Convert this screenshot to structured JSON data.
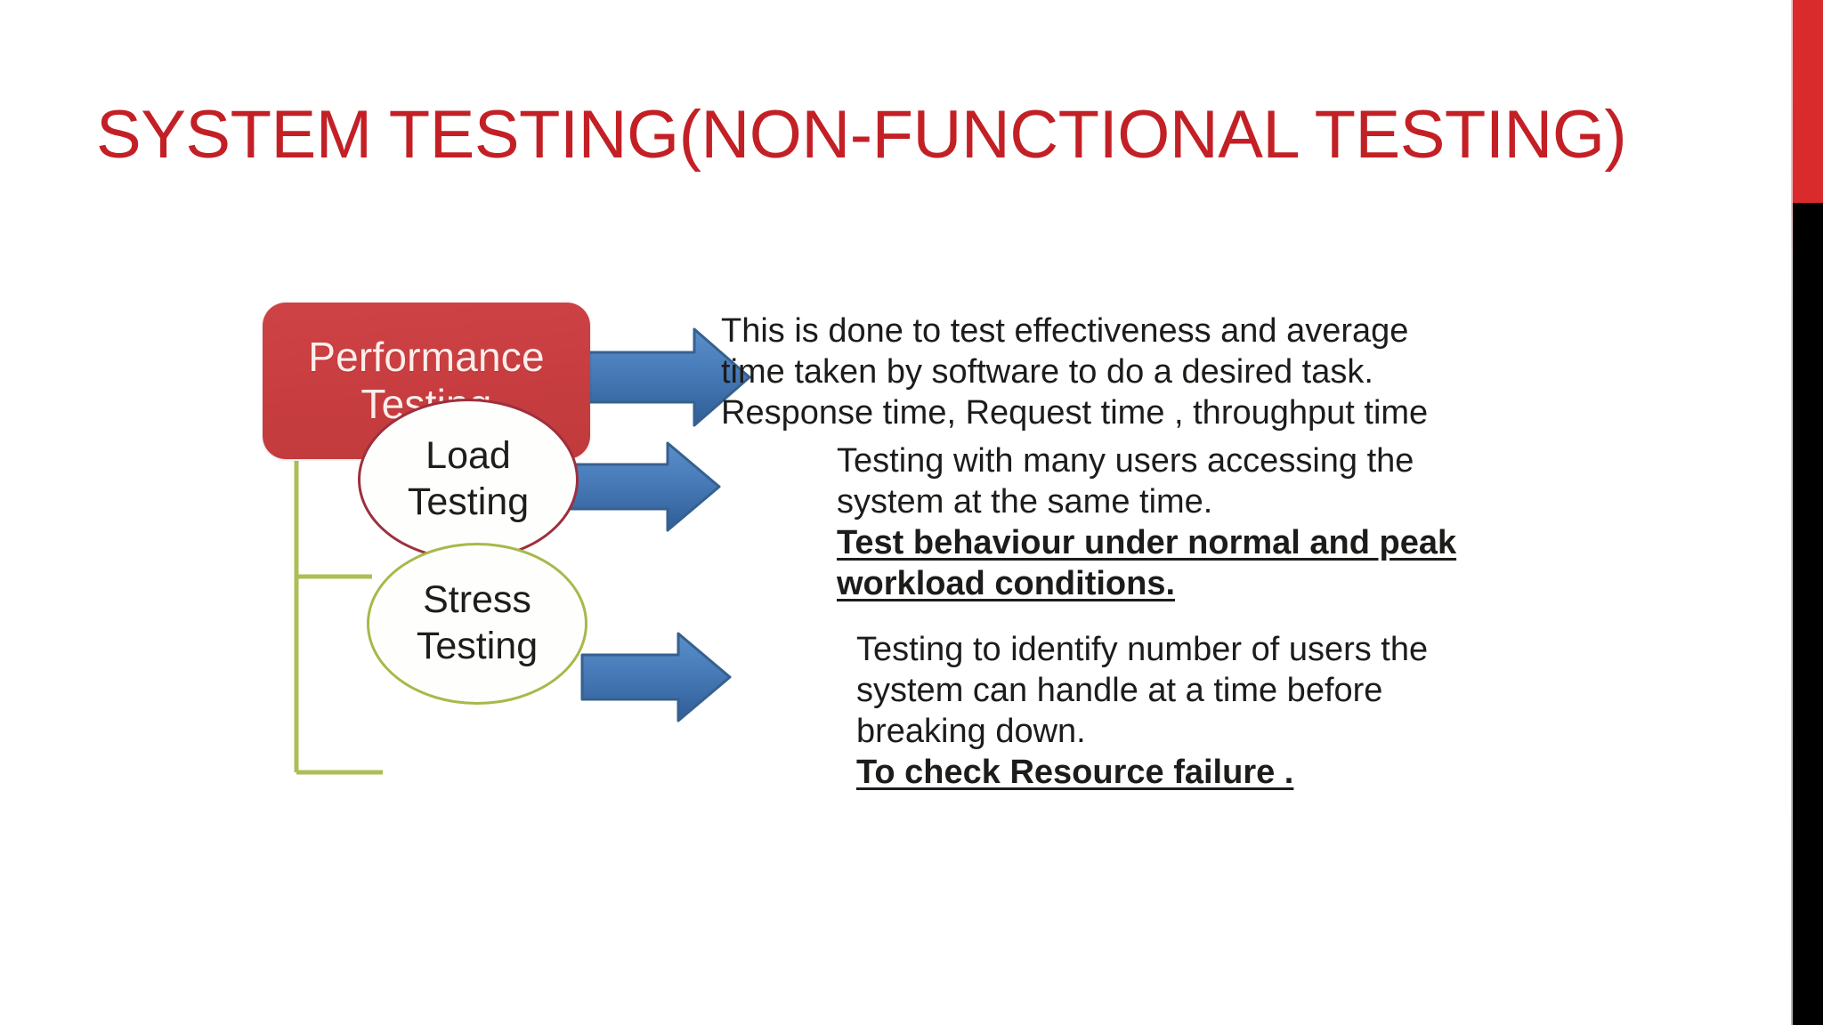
{
  "slide": {
    "title": "SYSTEM TESTING(NON-FUNCTIONAL TESTING)",
    "title_color": "#C32026",
    "background_color": "#FFFFFF"
  },
  "accent_bars": {
    "top_bar_color": "#D92B2B",
    "bottom_bar_color": "#000000"
  },
  "diagram": {
    "root": {
      "label_line1": "Performance",
      "label_line2": "Testing",
      "shape": "rounded-rectangle",
      "fill_color": "#C93E40",
      "text_color": "#FCEDEA"
    },
    "branches": [
      {
        "id": "load-testing",
        "label_line1": "Load",
        "label_line2": "Testing",
        "shape": "ellipse",
        "border_color": "#9E2F3E",
        "text_color": "#1D1D1B"
      },
      {
        "id": "stress-testing",
        "label_line1": "Stress",
        "label_line2": "Testing",
        "shape": "ellipse",
        "border_color": "#A8B84A",
        "text_color": "#1D1D1B"
      }
    ],
    "connector_color": "#AEBE55",
    "arrow_color": "#4A7EBB"
  },
  "descriptions": {
    "performance": {
      "lines": [
        {
          "text": "This is done to test effectiveness and average",
          "emphasis": false
        },
        {
          "text": "time taken by software to do a desired task.",
          "emphasis": false
        },
        {
          "text": "Response time, Request time , throughput time",
          "emphasis": false
        }
      ]
    },
    "load": {
      "lines": [
        {
          "text": "Testing with many users accessing the",
          "emphasis": false
        },
        {
          "text": "system at the same time.",
          "emphasis": false
        },
        {
          "text": "Test behaviour under normal and peak",
          "emphasis": true
        },
        {
          "text": "workload conditions.",
          "emphasis": true
        }
      ]
    },
    "stress": {
      "lines": [
        {
          "text": "Testing to identify number of users the",
          "emphasis": false
        },
        {
          "text": "system can handle at a time before",
          "emphasis": false
        },
        {
          "text": "breaking down.",
          "emphasis": false
        },
        {
          "text": "To check Resource failure .",
          "emphasis": true
        }
      ]
    }
  }
}
